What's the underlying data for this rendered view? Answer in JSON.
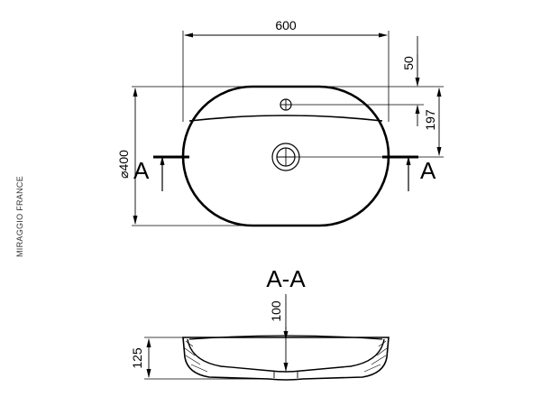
{
  "brand": "MIRAGGIO FRANCE",
  "dimensions": {
    "width": "600",
    "diameter": "⌀400",
    "tap_hole_offset": "50",
    "drain_offset": "197",
    "inner_depth": "100",
    "height": "125"
  },
  "section_marker": "A",
  "section_title": "A-A"
}
